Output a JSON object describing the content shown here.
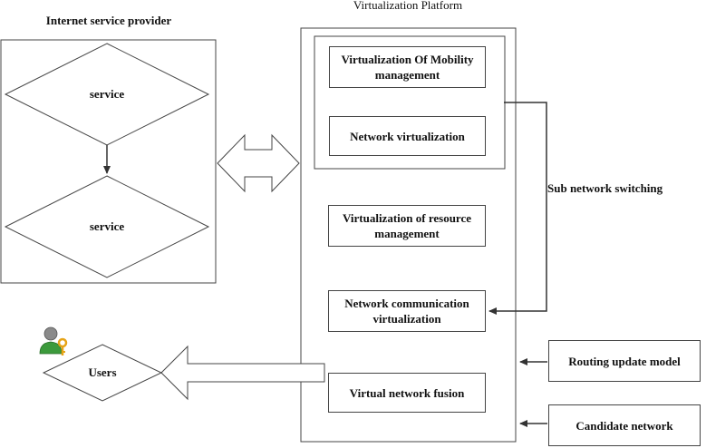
{
  "diagram": {
    "isp_title": "Internet service provider",
    "platform_title": "Virtualization Platform",
    "isp_nodes": [
      {
        "label": "service"
      },
      {
        "label": "service"
      }
    ],
    "platform_boxes": {
      "mobility": "Virtualization Of Mobility management",
      "network_virt": "Network virtualization",
      "resource": "Virtualization of resource management",
      "comm": "Network communication virtualization",
      "fusion": "Virtual network fusion"
    },
    "sub_network_label": "Sub network switching",
    "users_label": "Users",
    "routing_label": "Routing update model",
    "candidate_label": "Candidate network",
    "icons": [
      "user-key-icon"
    ]
  }
}
